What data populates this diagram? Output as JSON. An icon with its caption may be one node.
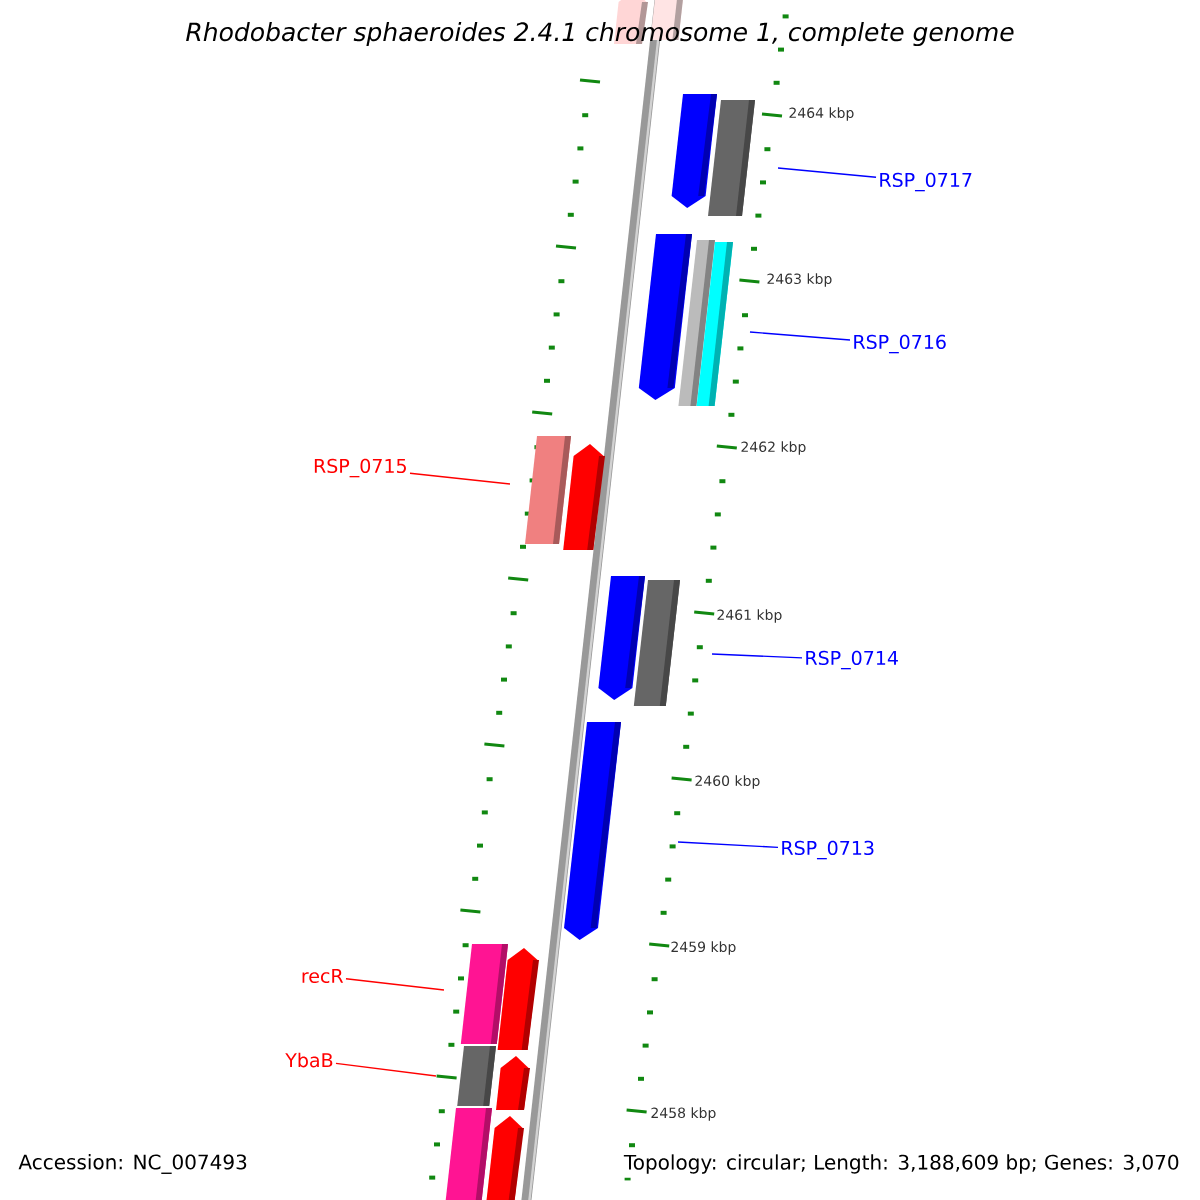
{
  "diagram": {
    "title": "Rhodobacter sphaeroides 2.4.1 chromosome 1, complete genome",
    "nodes": [
      {
        "text": [
          "RSP_0717"
        ]
      },
      {
        "text": [
          "RSP_0716"
        ]
      },
      {
        "text": [
          "RSP_0715"
        ]
      },
      {
        "text": [
          "RSP_0714"
        ]
      },
      {
        "text": [
          "RSP_0713"
        ]
      },
      {
        "text": [
          "recR"
        ]
      },
      {
        "text": [
          "YbaB"
        ]
      }
    ],
    "edges": [
      {
        "from": 0,
        "to": null,
        "arrow": "none"
      },
      {
        "from": 1,
        "to": null,
        "arrow": "none"
      },
      {
        "from": 2,
        "to": null,
        "arrow": "none",
        "color": "#ff0000"
      },
      {
        "from": 3,
        "to": null,
        "arrow": "none"
      },
      {
        "from": 4,
        "to": null,
        "arrow": "none"
      },
      {
        "from": 5,
        "to": null,
        "arrow": "none",
        "color": "#ff0000"
      },
      {
        "from": 6,
        "to": null,
        "arrow": "none",
        "color": "#ff0000"
      }
    ],
    "labels": [
      "2464 kbp",
      "2463 kbp",
      "2462 kbp",
      "2461 kbp",
      "2460 kbp",
      "2459 kbp",
      "2458 kbp",
      "Accession: NC_007493",
      "Topology: circular; Length: 3,188,609 bp; Genes: 3,070"
    ]
  }
}
